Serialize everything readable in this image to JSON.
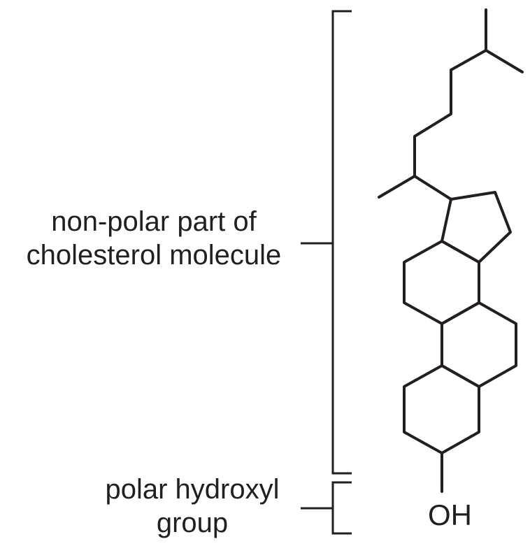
{
  "labels": {
    "nonpolar_line1": "non-polar part of",
    "nonpolar_line2": "cholesterol molecule",
    "polar_line1": "polar hydroxyl",
    "polar_line2": "group",
    "hydroxyl_atom": "OH"
  },
  "colors": {
    "ink": "#231f20",
    "background": "#ffffff"
  }
}
